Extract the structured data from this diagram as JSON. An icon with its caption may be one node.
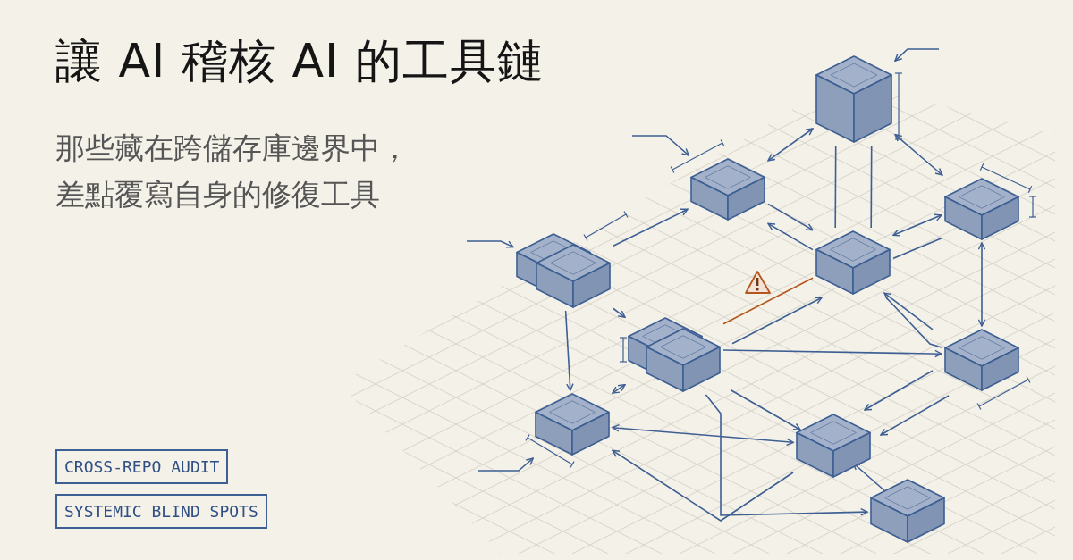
{
  "diagram": {
    "title": "讓 AI 稽核 AI 的工具鏈",
    "nodes": [
      {
        "text": [],
        "shape": "cube"
      },
      {
        "text": [],
        "shape": "cube"
      },
      {
        "text": [],
        "shape": "cube"
      },
      {
        "text": [],
        "shape": "cube"
      },
      {
        "text": [],
        "shape": "cube"
      },
      {
        "text": [],
        "shape": "cube"
      },
      {
        "text": [],
        "shape": "cube"
      },
      {
        "text": [],
        "shape": "cube"
      },
      {
        "text": [],
        "shape": "cube"
      },
      {
        "text": [],
        "shape": "cube"
      }
    ],
    "edges": [
      {
        "from": 0,
        "to": 1,
        "arrow": "both"
      },
      {
        "from": 0,
        "to": 4,
        "arrow": "both"
      },
      {
        "from": 0,
        "to": 3,
        "arrow": "none"
      },
      {
        "from": 0,
        "to": 3,
        "arrow": "none"
      },
      {
        "from": 2,
        "to": 1,
        "arrow": "to"
      },
      {
        "from": 1,
        "to": 3,
        "arrow": "to"
      },
      {
        "from": 3,
        "to": 1,
        "arrow": "to"
      },
      {
        "from": 4,
        "to": 3,
        "arrow": "both"
      },
      {
        "from": 4,
        "to": 3,
        "arrow": "none"
      },
      {
        "from": 6,
        "to": 4,
        "arrow": "both"
      },
      {
        "from": 2,
        "to": 5,
        "arrow": "to"
      },
      {
        "from": 2,
        "to": 7,
        "arrow": "to"
      },
      {
        "from": 5,
        "to": 3,
        "arrow": "to"
      },
      {
        "from": 5,
        "to": 3,
        "arrow": "none",
        "color": "#b5561c"
      },
      {
        "from": 5,
        "to": 6,
        "arrow": "to"
      },
      {
        "from": 5,
        "to": 8,
        "arrow": "to"
      },
      {
        "from": 7,
        "to": 5,
        "arrow": "both"
      },
      {
        "from": 7,
        "to": 8,
        "arrow": "both"
      },
      {
        "from": 6,
        "to": 3,
        "arrow": "to"
      },
      {
        "from": 6,
        "to": 8,
        "arrow": "to"
      },
      {
        "from": 6,
        "to": 8,
        "arrow": "to"
      },
      {
        "from": 3,
        "to": 6,
        "arrow": "none"
      },
      {
        "from": 9,
        "to": 8,
        "arrow": "to"
      },
      {
        "from": 8,
        "to": 7,
        "arrow": "to"
      },
      {
        "from": 5,
        "to": 9,
        "arrow": "to"
      },
      {
        "from": null,
        "to": 0,
        "arrow": "to"
      },
      {
        "from": null,
        "to": 1,
        "arrow": "to"
      },
      {
        "from": null,
        "to": 2,
        "arrow": "to"
      },
      {
        "from": null,
        "to": 7,
        "arrow": "to"
      }
    ],
    "labels": [
      "那些藏在跨儲存庫邊界中，差點覆寫自身的修復工具",
      "CROSS-REPO AUDIT",
      "SYSTEMIC BLIND SPOTS"
    ]
  }
}
